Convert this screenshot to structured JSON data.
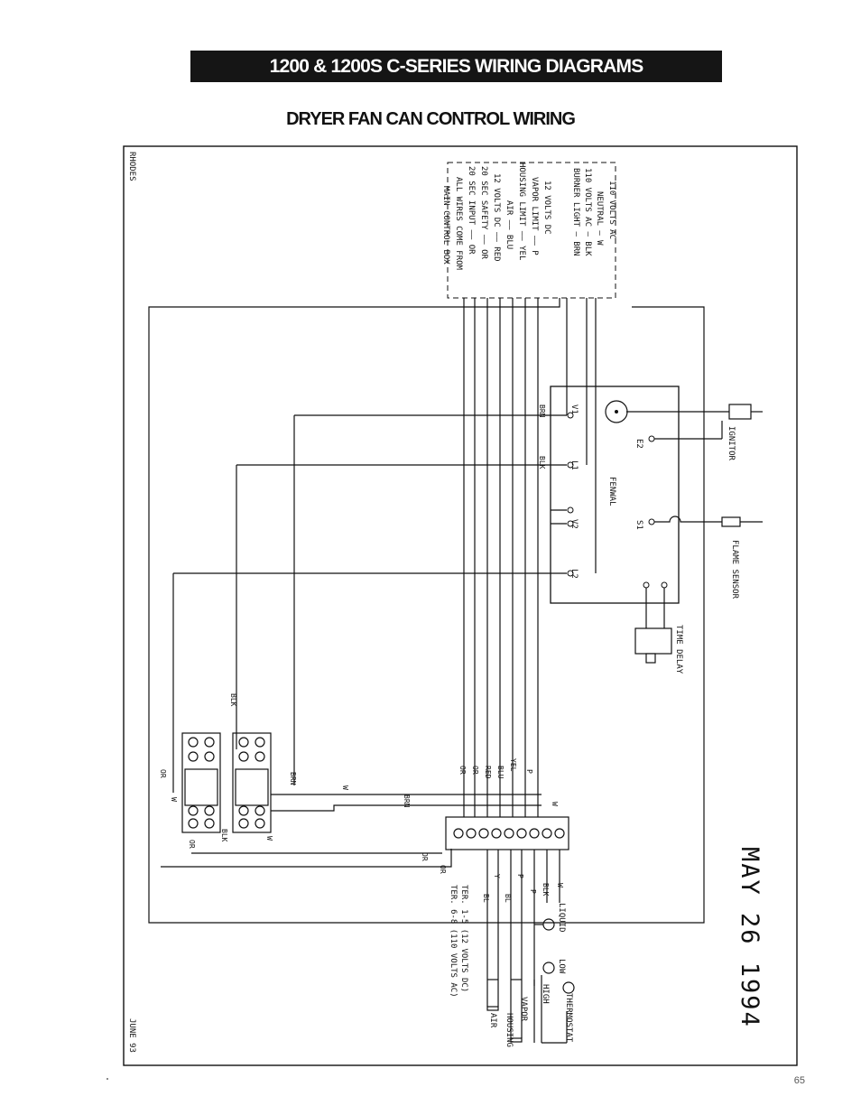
{
  "header": {
    "banner_title": "1200 & 1200S C-SERIES WIRING DIAGRAMS",
    "subtitle": "DRYER FAN CAN CONTROL WIRING",
    "page_number": "65"
  },
  "diagram": {
    "corner_top_left": "RHODES",
    "corner_bottom_left": "JUNE 93",
    "date_stamp": "MAY 26 1994",
    "legend": [
      "110 VOLTS AC",
      "NEUTRAL — W",
      "110 VOLTS AC — BLK",
      "BURNER LIGHT — BRN",
      "12 VOLTS DC",
      "VAPOR LIMIT —— P",
      "HOUSING LIMIT —— YEL",
      "AIR —— BLU",
      "12 VOLTS DC —— RED",
      "20 SEC SAFETY —— OR",
      "20 SEC INPUT —— OR",
      "ALL WIRES COME FROM",
      "MAIN CONTROL BOX"
    ],
    "control_name": "FENWAL",
    "terminals": [
      "V1",
      "L1",
      "V2",
      "L2",
      "E2",
      "S1"
    ],
    "components": {
      "ignitor": "IGNITOR",
      "flame_sensor": "FLAME SENSOR",
      "time_delay": "TIME DELAY",
      "liquid": "LIQUID",
      "low": "LOW",
      "high": "HIGH",
      "thermostat": "THERMOSTAT",
      "air": "AIR",
      "housing": "HOUSING",
      "vapor": "VAPOR"
    },
    "wire_labels": {
      "brn": "BRN",
      "blk": "BLK",
      "w": "W",
      "or": "OR",
      "red": "RED",
      "blu": "BLU",
      "yel": "YEL",
      "p": "P",
      "bl": "BL",
      "y": "Y"
    },
    "terminal_notes": [
      "TER. 1-5 (12 VOLTS DC)",
      "TER. 6-8 (110 VOLTS AC)"
    ]
  }
}
